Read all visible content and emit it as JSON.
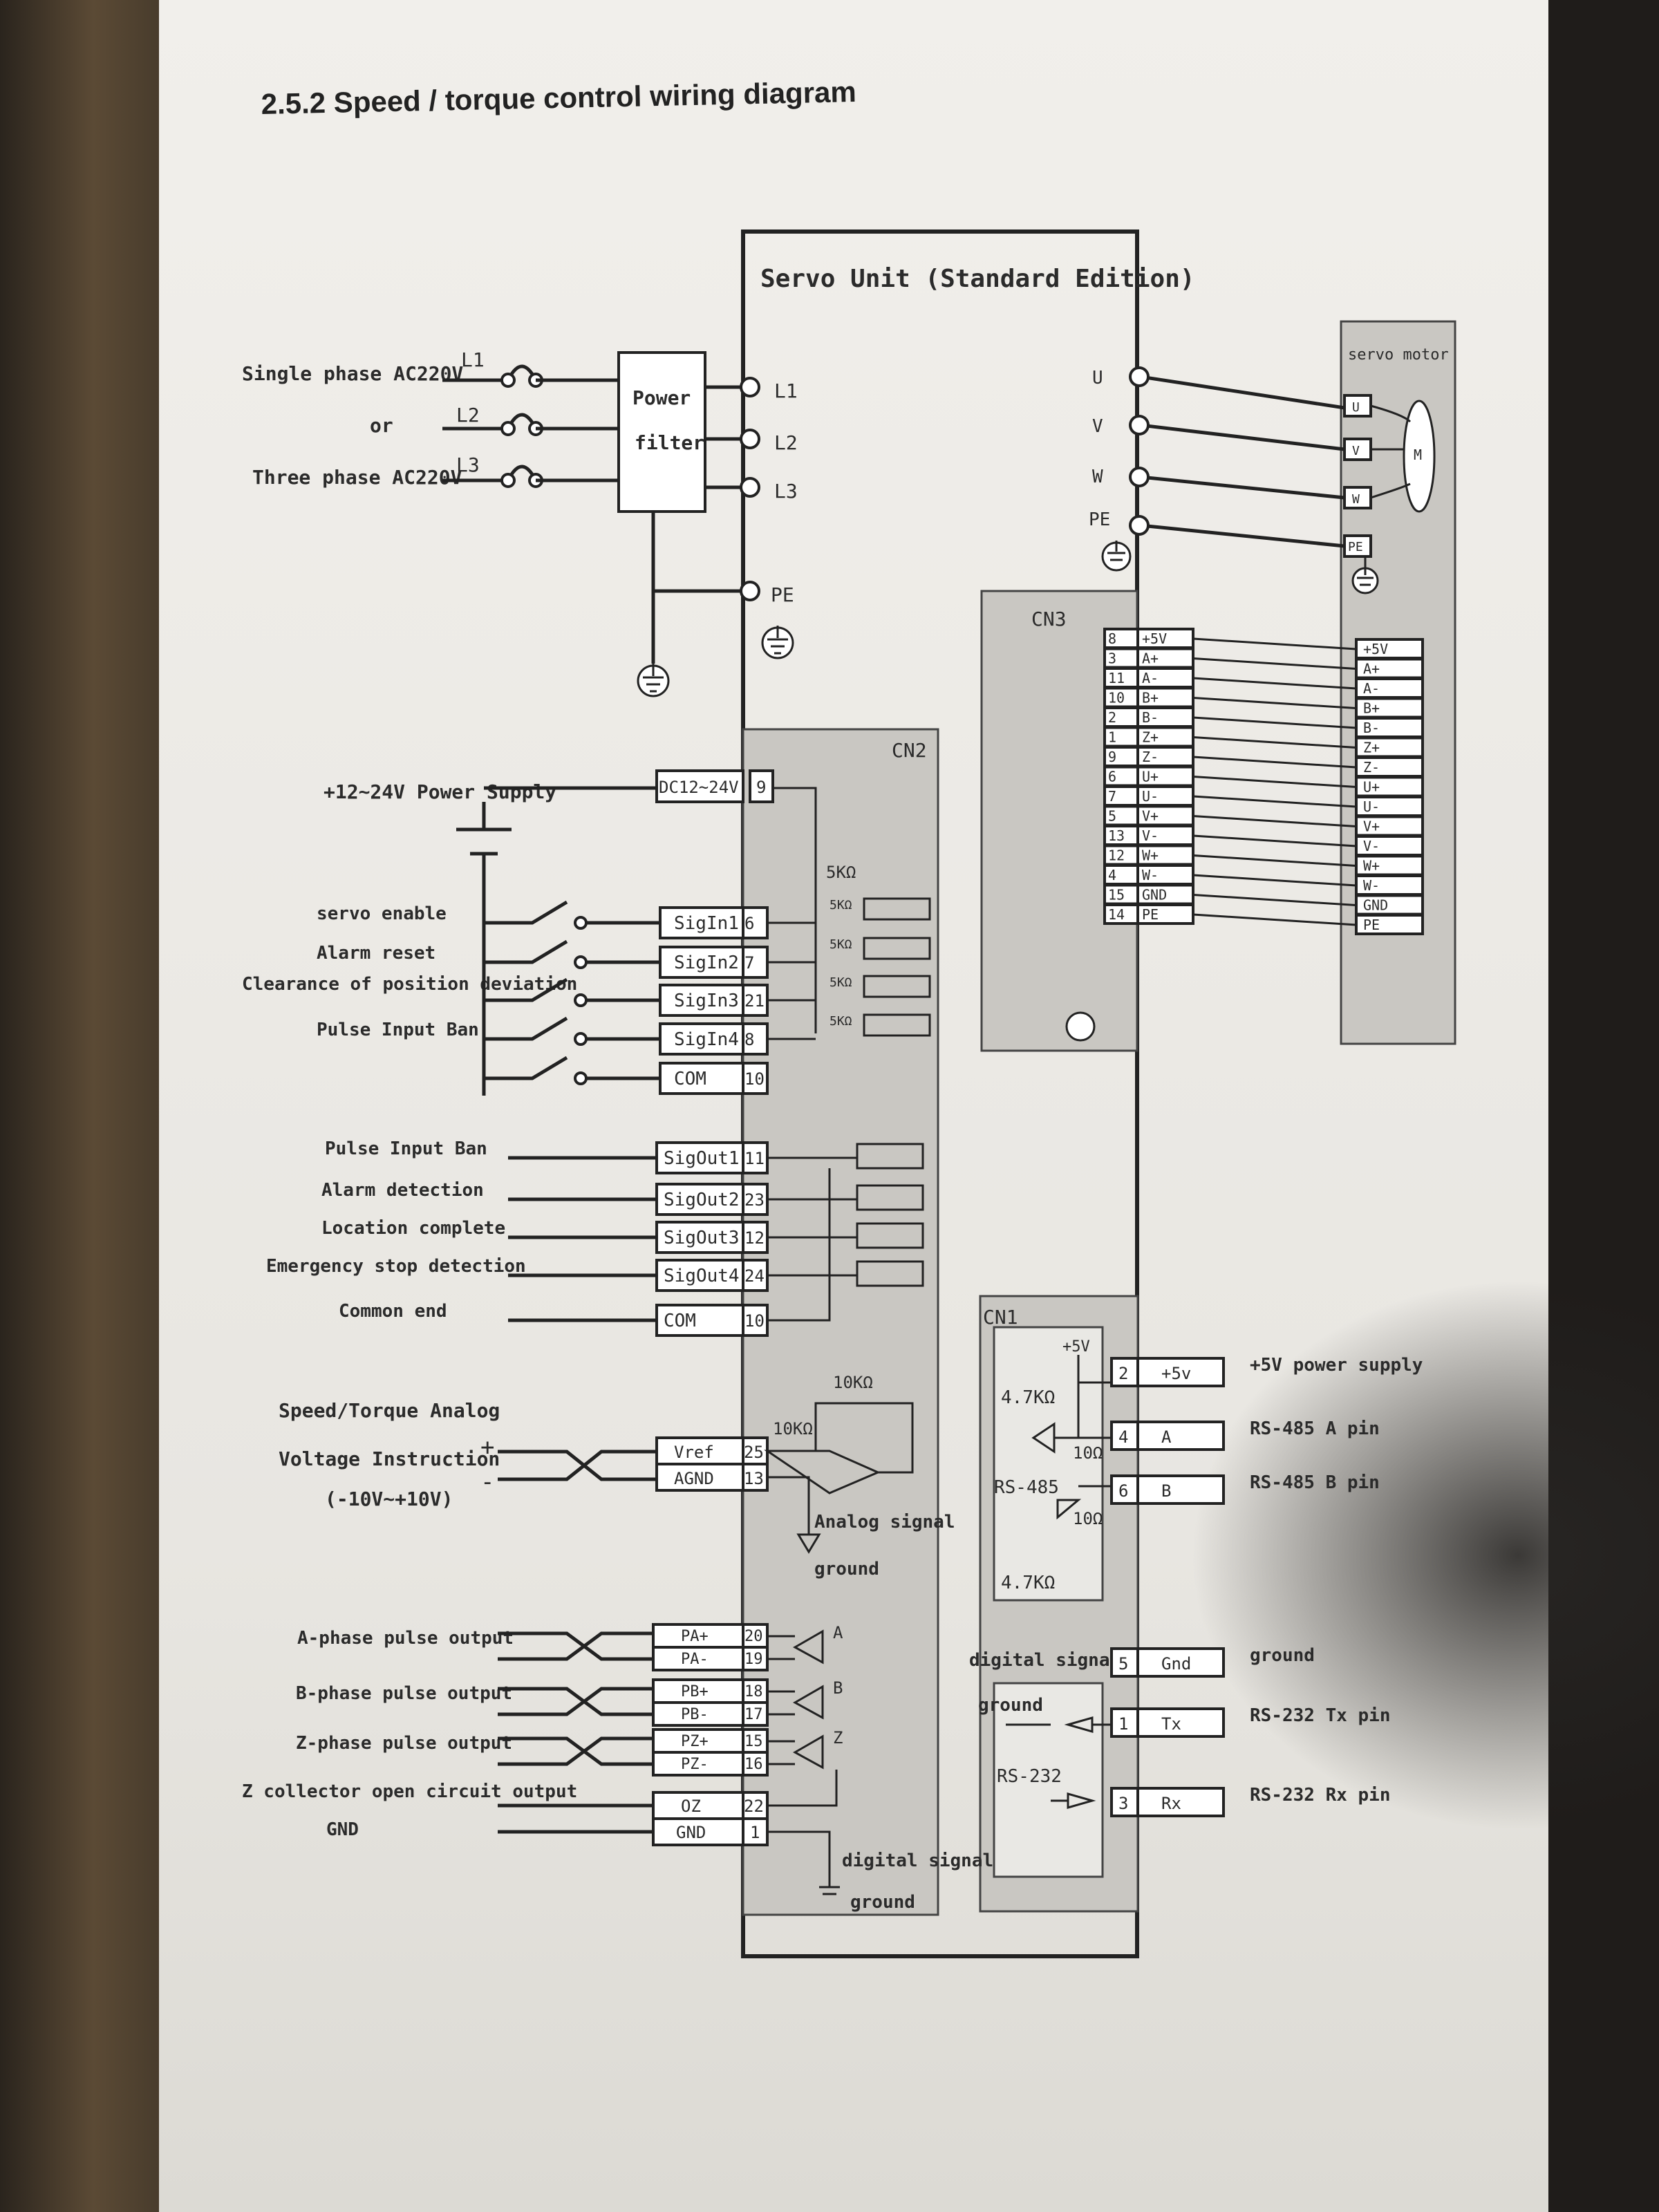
{
  "title": "2.5.2 Speed / torque control wiring diagram",
  "unit_title": "Servo Unit (Standard Edition)",
  "power": {
    "supply_labels": [
      "Single phase AC220V",
      "or",
      "Three phase AC220V"
    ],
    "lines": [
      "L1",
      "L2",
      "L3"
    ],
    "filter": [
      "Power",
      "filter"
    ],
    "pe": "PE"
  },
  "motor": {
    "title": "servo motor",
    "terminals": [
      "U",
      "V",
      "W",
      "PE"
    ],
    "symbol": "M"
  },
  "cn3": {
    "label": "CN3",
    "pins": [
      {
        "num": "8",
        "sig": "+5V"
      },
      {
        "num": "3",
        "sig": "A+"
      },
      {
        "num": "11",
        "sig": "A-"
      },
      {
        "num": "10",
        "sig": "B+"
      },
      {
        "num": "2",
        "sig": "B-"
      },
      {
        "num": "1",
        "sig": "Z+"
      },
      {
        "num": "9",
        "sig": "Z-"
      },
      {
        "num": "6",
        "sig": "U+"
      },
      {
        "num": "7",
        "sig": "U-"
      },
      {
        "num": "5",
        "sig": "V+"
      },
      {
        "num": "13",
        "sig": "V-"
      },
      {
        "num": "12",
        "sig": "W+"
      },
      {
        "num": "4",
        "sig": "W-"
      },
      {
        "num": "15",
        "sig": "GND"
      },
      {
        "num": "14",
        "sig": "PE"
      }
    ],
    "encoder": [
      "+5V",
      "A+",
      "A-",
      "B+",
      "B-",
      "Z+",
      "Z-",
      "U+",
      "U-",
      "V+",
      "V-",
      "W+",
      "W-",
      "GND",
      "PE"
    ]
  },
  "cn2": {
    "label": "CN2",
    "power_supply": "+12~24V Power Supply",
    "dc_box": {
      "label": "DC12~24V",
      "pin": "9"
    },
    "resistor": "5KΩ",
    "inputs": [
      {
        "label": "servo enable",
        "box": "SigIn1",
        "pin": "6"
      },
      {
        "label": "Alarm reset",
        "box": "SigIn2",
        "pin": "7"
      },
      {
        "label": "Clearance of position deviation",
        "box": "SigIn3",
        "pin": "21"
      },
      {
        "label": "Pulse Input Ban",
        "box": "SigIn4",
        "pin": "8"
      },
      {
        "label": "",
        "box": "COM",
        "pin": "10"
      }
    ],
    "outputs": [
      {
        "label": "Pulse Input Ban",
        "box": "SigOut1",
        "pin": "11"
      },
      {
        "label": "Alarm detection",
        "box": "SigOut2",
        "pin": "23"
      },
      {
        "label": "Location complete",
        "box": "SigOut3",
        "pin": "12"
      },
      {
        "label": "Emergency stop detection",
        "box": "SigOut4",
        "pin": "24"
      },
      {
        "label": "Common end",
        "box": "COM",
        "pin": "10"
      }
    ],
    "analog": {
      "label1": "Speed/Torque Analog",
      "label2": "Voltage Instruction",
      "label3": "(-10V~+10V)",
      "vref": "Vref",
      "vref_pin": "25",
      "agnd": "AGND",
      "agnd_pin": "13",
      "r1": "10KΩ",
      "r2": "10KΩ",
      "ground": [
        "Analog signal",
        "ground"
      ]
    },
    "pulses": [
      {
        "label": "A-phase pulse output",
        "boxes": [
          {
            "b": "PA+",
            "p": "20"
          },
          {
            "b": "PA-",
            "p": "19"
          }
        ],
        "tag": "A"
      },
      {
        "label": "B-phase pulse output",
        "boxes": [
          {
            "b": "PB+",
            "p": "18"
          },
          {
            "b": "PB-",
            "p": "17"
          }
        ],
        "tag": "B"
      },
      {
        "label": "Z-phase pulse output",
        "boxes": [
          {
            "b": "PZ+",
            "p": "15"
          },
          {
            "b": "PZ-",
            "p": "16"
          }
        ],
        "tag": "Z"
      }
    ],
    "oz": {
      "label": "Z collector open circuit output",
      "box": "OZ",
      "pin": "22"
    },
    "gnd": {
      "label": "GND",
      "box": "GND",
      "pin": "1"
    },
    "digital_ground": [
      "digital signal",
      "ground"
    ]
  },
  "cn1": {
    "label": "CN1",
    "plus5v": "+5V",
    "r47": "4.7KΩ",
    "r10": "10Ω",
    "rs485": "RS-485",
    "rs232": "RS-232",
    "digital_ground": [
      "digital signal",
      "ground"
    ],
    "pins": [
      {
        "pin": "2",
        "box": "+5v",
        "desc": "+5V power supply"
      },
      {
        "pin": "4",
        "box": "A",
        "desc": "RS-485 A pin"
      },
      {
        "pin": "6",
        "box": "B",
        "desc": "RS-485 B pin"
      },
      {
        "pin": "5",
        "box": "Gnd",
        "desc": "ground"
      },
      {
        "pin": "1",
        "box": "Tx",
        "desc": "RS-232 Tx pin"
      },
      {
        "pin": "3",
        "box": "Rx",
        "desc": "RS-232 Rx pin"
      }
    ]
  }
}
